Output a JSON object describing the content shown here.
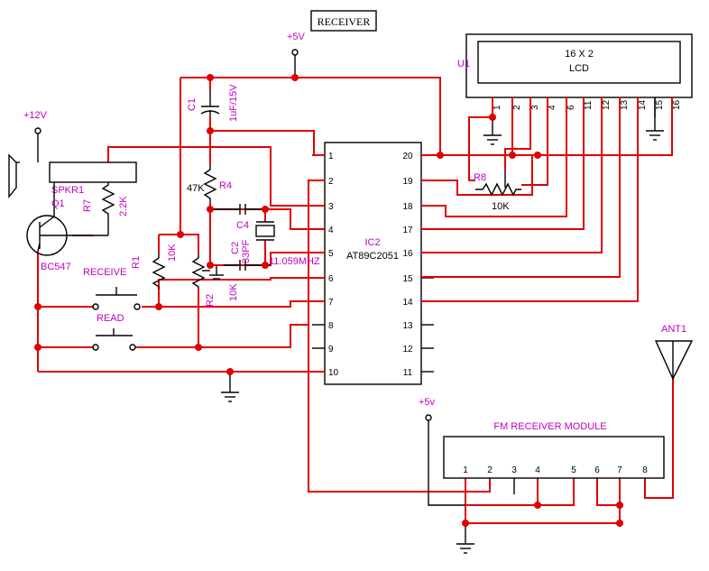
{
  "title": "RECEIVER",
  "lcd": {
    "ref": "U1",
    "line1": "16 X 2",
    "line2": "LCD",
    "pins": [
      "1",
      "2",
      "3",
      "4",
      "6",
      "11",
      "12",
      "13",
      "14",
      "15",
      "16"
    ]
  },
  "ic2": {
    "ref": "IC2",
    "part": "AT89C2051",
    "left_pins": [
      "1",
      "2",
      "3",
      "4",
      "5",
      "6",
      "7",
      "8",
      "9",
      "10"
    ],
    "right_pins": [
      "20",
      "19",
      "18",
      "17",
      "16",
      "15",
      "14",
      "13",
      "12",
      "11"
    ]
  },
  "supplies": {
    "v5_top": "+5V",
    "v12": "+12V",
    "v5_fm": "+5v"
  },
  "components": {
    "c1": "C1",
    "c1_value": "1uF/15V",
    "r4": "R4",
    "r4_value": "47K",
    "c4": "C4",
    "c2": "C2",
    "c2_value": "33PF",
    "crystal": "11.059MHZ",
    "r7": "R7",
    "r7_value": "2.2K",
    "speaker": "SPKR1",
    "q1": "Q1",
    "q1_part": "BC547",
    "r1": "R1",
    "r1_value": "10K",
    "r2": "R2",
    "r2_value": "10K",
    "r8": "R8",
    "r8_value": "10K",
    "sw_receive": "RECEIVE",
    "sw_read": "READ"
  },
  "fm": {
    "title": "FM RECEIVER MODULE",
    "pins": [
      "1",
      "2",
      "3",
      "4",
      "5",
      "6",
      "7",
      "8"
    ]
  },
  "antenna": "ANT1"
}
